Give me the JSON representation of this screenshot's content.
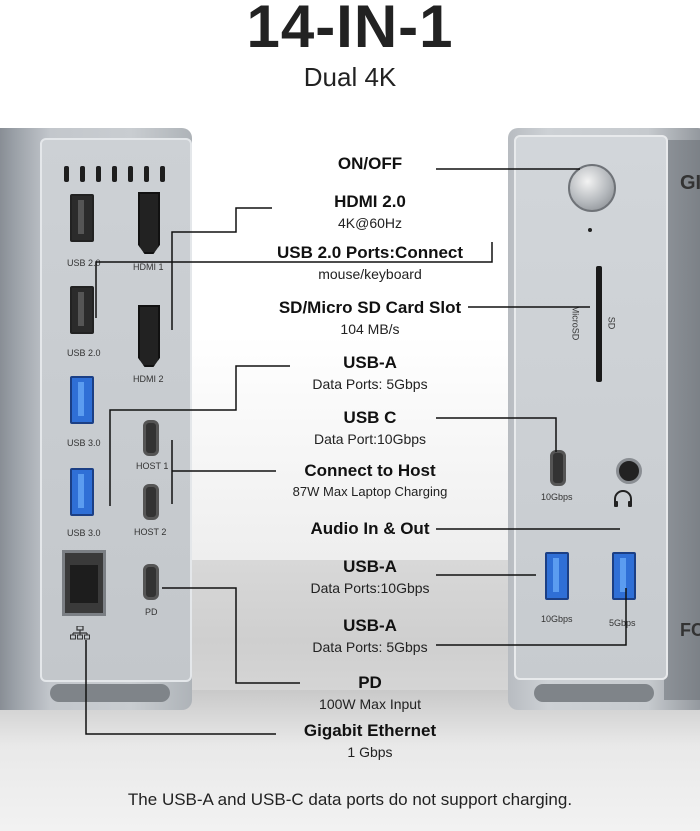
{
  "header": {
    "title": "14-IN-1",
    "subtitle": "Dual 4K"
  },
  "left_device": {
    "labels": {
      "usb2_a": "USB 2.0",
      "usb2_b": "USB 2.0",
      "hdmi1": "HDMI 1",
      "hdmi2": "HDMI 2",
      "usb3_a": "USB 3.0",
      "usb3_b": "USB 3.0",
      "host1": "HOST 1",
      "host2": "HOST 2",
      "pd": "PD"
    }
  },
  "right_device": {
    "labels": {
      "sd": "SD",
      "microsd": "MicroSD",
      "usbc": "10Gbps",
      "usba_1": "10Gbps",
      "usba_2": "5Gbps",
      "brand_partial": "GI",
      "fcc": "FC"
    }
  },
  "callouts": [
    {
      "heading": "ON/OFF",
      "sub": ""
    },
    {
      "heading": "HDMI 2.0",
      "sub": "4K@60Hz"
    },
    {
      "heading": "USB 2.0 Ports:Connect",
      "sub": "mouse/keyboard"
    },
    {
      "heading": "SD/Micro SD Card Slot",
      "sub": "104 MB/s"
    },
    {
      "heading": "USB-A",
      "sub": "Data Ports: 5Gbps"
    },
    {
      "heading": "USB C",
      "sub": "Data Port:10Gbps"
    },
    {
      "heading": "Connect to Host",
      "sub": "87W Max Laptop Charging"
    },
    {
      "heading": "Audio In & Out",
      "sub": ""
    },
    {
      "heading": "USB-A",
      "sub": "Data Ports:10Gbps"
    },
    {
      "heading": "USB-A",
      "sub": "Data Ports: 5Gbps"
    },
    {
      "heading": "PD",
      "sub": "100W Max Input"
    },
    {
      "heading": "Gigabit Ethernet",
      "sub": "1 Gbps"
    }
  ],
  "footer": {
    "note": "The USB-A and USB-C data ports do not support charging."
  },
  "colors": {
    "usb3_blue": "#2f6fd6",
    "aluminum": "#c6cace"
  },
  "icons": [
    "power-button-icon",
    "headphone-icon",
    "ethernet-icon"
  ]
}
